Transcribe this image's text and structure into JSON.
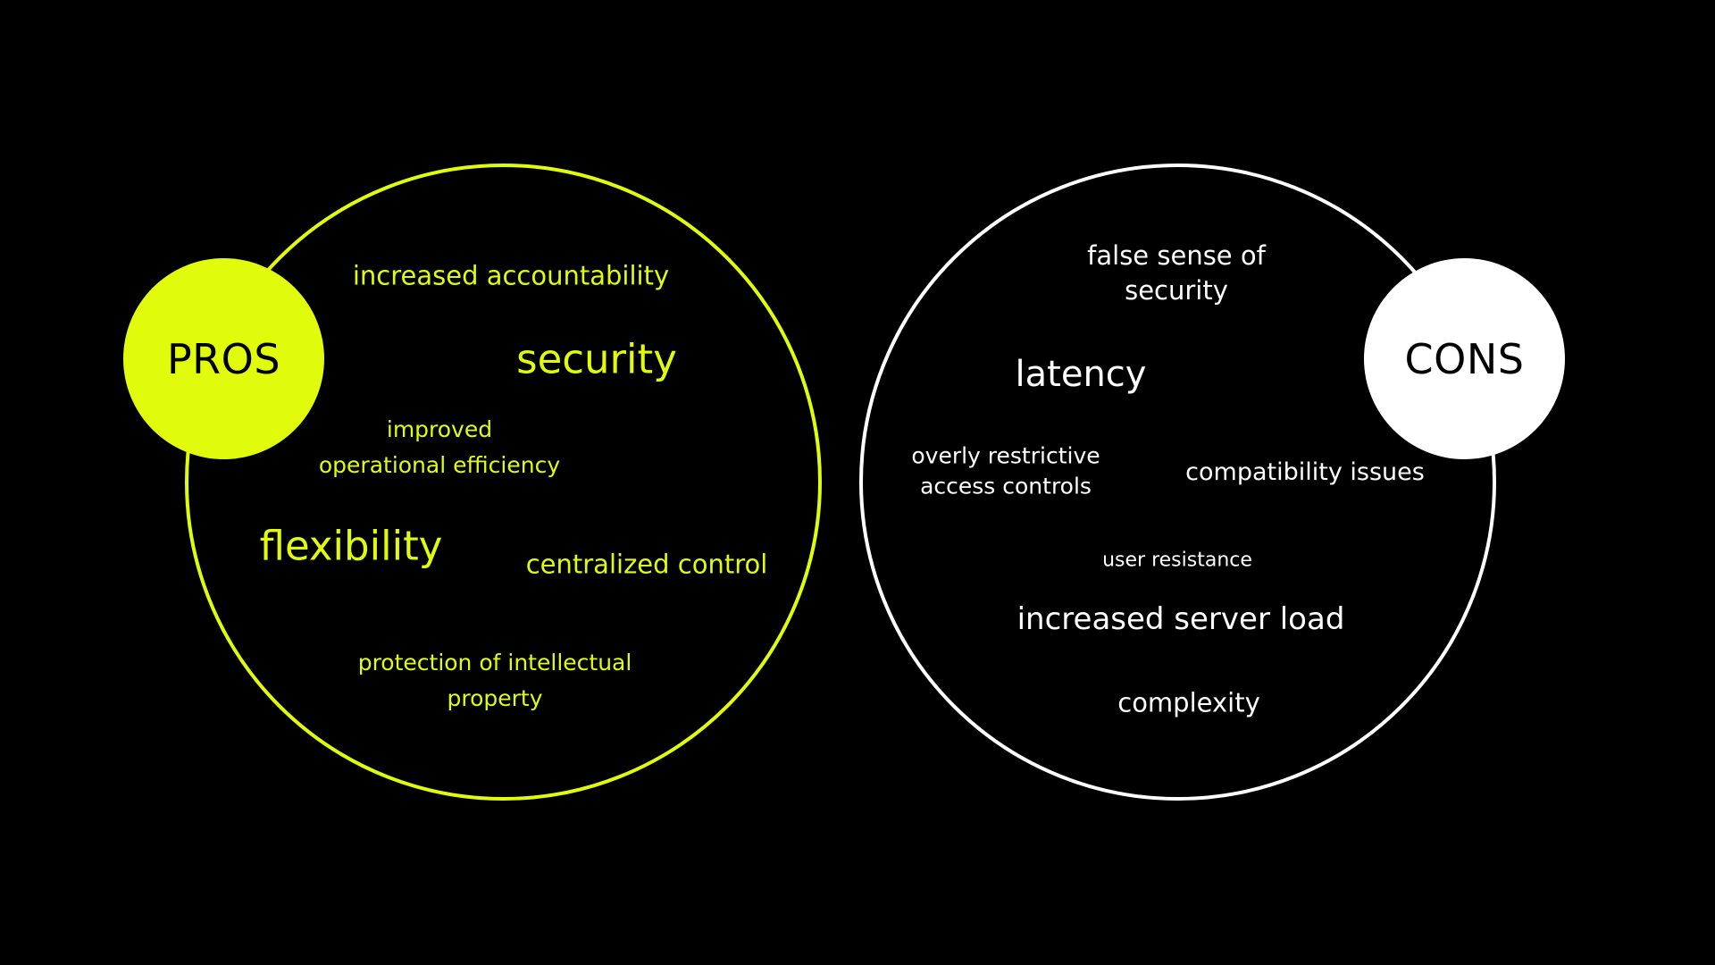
{
  "pros": {
    "label": "PROS",
    "color": "#E0FC0C",
    "items": [
      {
        "text": "increased accountability"
      },
      {
        "text": "security"
      },
      {
        "text": "improved\noperational efficiency"
      },
      {
        "text": "flexibility"
      },
      {
        "text": "centralized control"
      },
      {
        "text": "protection of intellectual\nproperty"
      }
    ]
  },
  "cons": {
    "label": "CONS",
    "color": "#FFFFFF",
    "items": [
      {
        "text": "false sense of\nsecurity"
      },
      {
        "text": "latency"
      },
      {
        "text": "overly restrictive\naccess controls"
      },
      {
        "text": "compatibility issues"
      },
      {
        "text": "user resistance"
      },
      {
        "text": "increased server load"
      },
      {
        "text": "complexity"
      }
    ]
  },
  "background": "#000000"
}
